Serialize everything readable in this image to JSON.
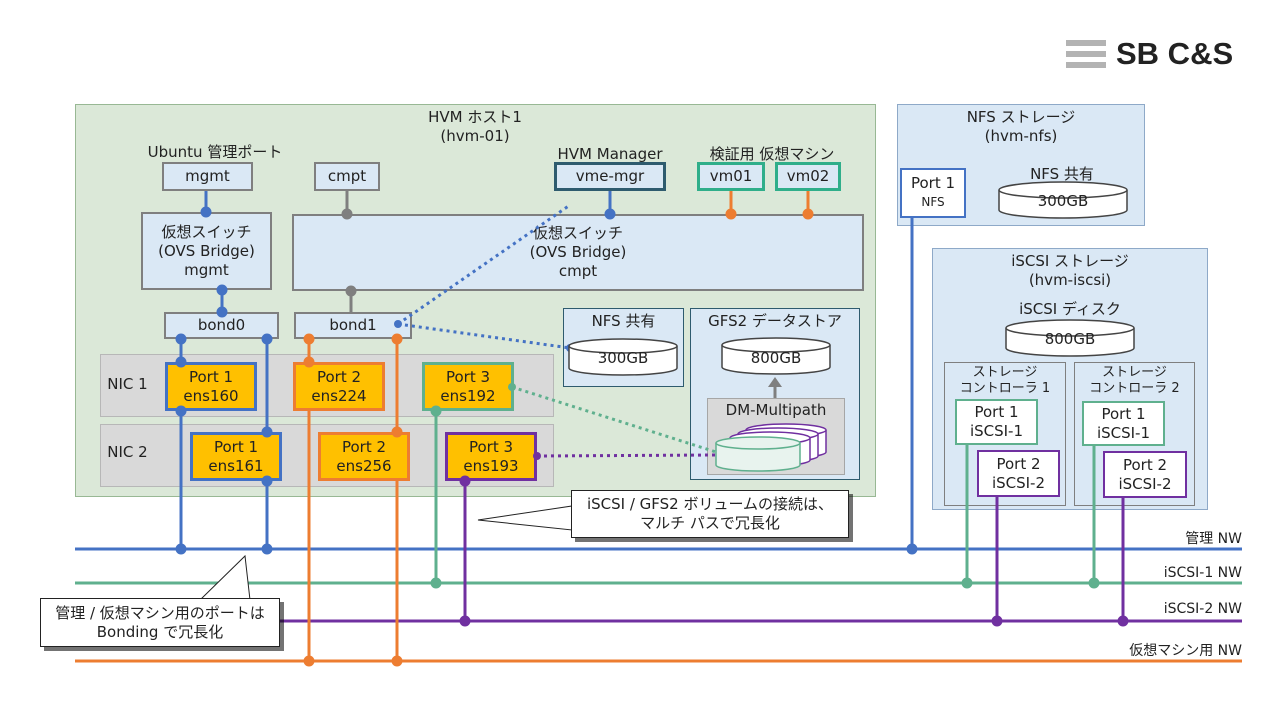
{
  "logo": {
    "text": "SB C&S"
  },
  "colors": {
    "blue": "#4472c4",
    "teal": "#5fb08e",
    "purple": "#7030a0",
    "orange": "#ed7d31",
    "gray": "#7f7f7f",
    "host_bg": "#dbe8d8",
    "storage_bg": "#dae8f5"
  },
  "host": {
    "title": "HVM ホスト1",
    "subtitle": "(hvm-01)",
    "ubuntu_port_label": "Ubuntu 管理ポート",
    "hvm_manager_label": "HVM Manager",
    "test_vm_label": "検証用 仮想マシン",
    "mgmt": "mgmt",
    "cmpt": "cmpt",
    "vme_mgr": "vme-mgr",
    "vm01": "vm01",
    "vm02": "vm02",
    "switch_mgmt": "仮想スイッチ\n(OVS Bridge)\nmgmt",
    "switch_cmpt": "仮想スイッチ\n(OVS Bridge)\ncmpt",
    "bond0": "bond0",
    "bond1": "bond1",
    "nfs_share_title": "NFS 共有",
    "nfs_share_size": "300GB",
    "gfs2_title": "GFS2 データストア",
    "gfs2_size": "800GB",
    "dm_multipath": "DM-Multipath",
    "nic1_label": "NIC 1",
    "nic2_label": "NIC 2",
    "nic1_ports": [
      {
        "name": "Port 1",
        "dev": "ens160"
      },
      {
        "name": "Port 2",
        "dev": "ens224"
      },
      {
        "name": "Port 3",
        "dev": "ens192"
      }
    ],
    "nic2_ports": [
      {
        "name": "Port 1",
        "dev": "ens161"
      },
      {
        "name": "Port 2",
        "dev": "ens256"
      },
      {
        "name": "Port 3",
        "dev": "ens193"
      }
    ]
  },
  "nfs_storage": {
    "title": "NFS ストレージ",
    "subtitle": "(hvm-nfs)",
    "port_name": "Port 1",
    "port_dev": "NFS",
    "share_title": "NFS 共有",
    "share_size": "300GB"
  },
  "iscsi_storage": {
    "title": "iSCSI ストレージ",
    "subtitle": "(hvm-iscsi)",
    "disk_title": "iSCSI ディスク",
    "disk_size": "800GB",
    "controllers": [
      {
        "title": "ストレージ\nコントローラ 1",
        "port1_name": "Port 1",
        "port1_dev": "iSCSI-1",
        "port2_name": "Port 2",
        "port2_dev": "iSCSI-2"
      },
      {
        "title": "ストレージ\nコントローラ 2",
        "port1_name": "Port 1",
        "port1_dev": "iSCSI-1",
        "port2_name": "Port 2",
        "port2_dev": "iSCSI-2"
      }
    ]
  },
  "networks": {
    "mgmt": "管理 NW",
    "iscsi1": "iSCSI-1 NW",
    "iscsi2": "iSCSI-2 NW",
    "vm": "仮想マシン用 NW"
  },
  "callouts": {
    "multipath_line1": "iSCSI / GFS2 ボリュームの接続は、",
    "multipath_line2": "マルチ パスで冗長化",
    "bonding_line1": "管理 / 仮想マシン用のポートは",
    "bonding_line2": "Bonding で冗長化"
  }
}
